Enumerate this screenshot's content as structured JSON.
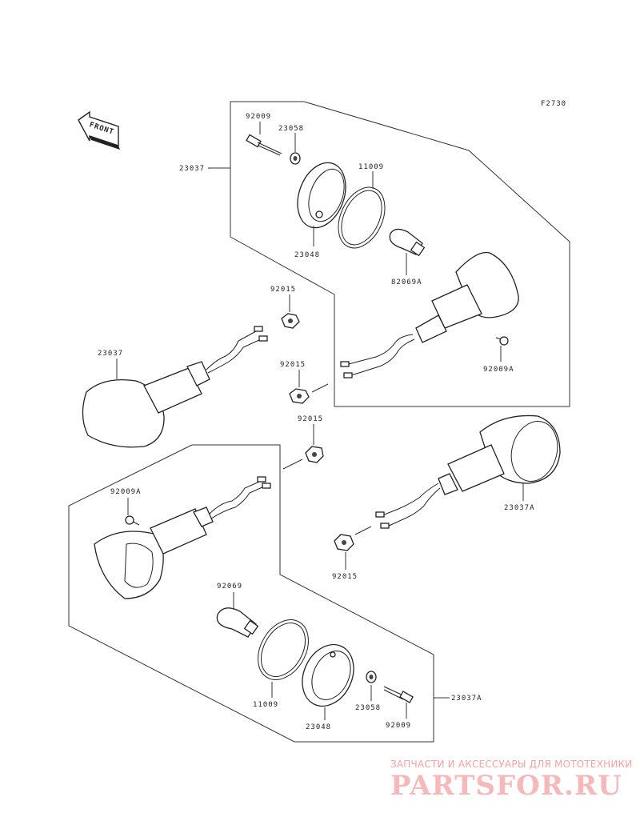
{
  "figure_code": "F2730",
  "front_label": "FRONT",
  "watermark": {
    "text": "ЗАПЧАСТИ И АКСЕССУАРЫ ДЛЯ МОТОТЕХНИКИ",
    "logo": "PARTSFOR.RU"
  },
  "labels": {
    "p92009_top": "92009",
    "p23058_top": "23058",
    "p11009_top": "11009",
    "p23037_top": "23037",
    "p23048_top": "23048",
    "p82069a": "82069A",
    "p92009a_right": "92009A",
    "p92015_a": "92015",
    "p23037_left": "23037",
    "p92015_b": "92015",
    "p92015_c": "92015",
    "p92009a_left": "92009A",
    "p23037a_right": "23037A",
    "p92015_d": "92015",
    "p92069": "92069",
    "p11009_bottom": "11009",
    "p23048_bottom": "23048",
    "p23058_bottom": "23058",
    "p92009_bottom": "92009",
    "p23037a_bottom": "23037A"
  }
}
